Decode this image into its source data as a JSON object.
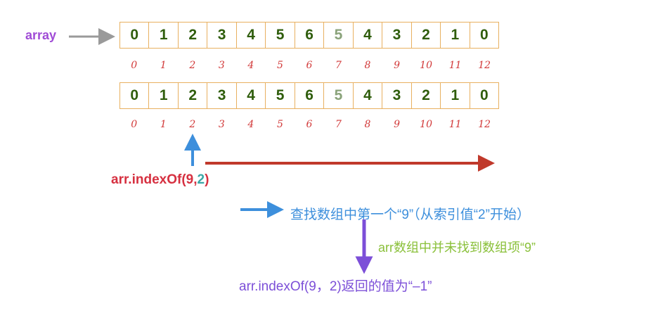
{
  "array_label": "array",
  "array_values": [
    "0",
    "1",
    "2",
    "3",
    "4",
    "5",
    "6",
    "5",
    "4",
    "3",
    "2",
    "1",
    "0"
  ],
  "indices": [
    "0",
    "1",
    "2",
    "3",
    "4",
    "5",
    "6",
    "7",
    "8",
    "9",
    "10",
    "11",
    "12"
  ],
  "faded_index": 7,
  "call": {
    "prefix": "arr.indexOf(9,",
    "arg": "2",
    "suffix": ")"
  },
  "desc_search": "查找数组中第一个“9”（从索引值“2”开始）",
  "desc_not_found": "arr数组中并未找到数组项“9”",
  "desc_result": "arr.indexOf(9，2)返回的值为“–1”",
  "colors": {
    "array_label": "#a04cd6",
    "cell_text": "#2f5d0c",
    "cell_border": "#e8b060",
    "index_text": "#d23a3a",
    "call_text": "#d63040",
    "call_arg": "#3aa6a6",
    "blue": "#3d8fdc",
    "green": "#8ac03a",
    "purple": "#7c4fd8",
    "red_arrow": "#c0392b",
    "gray_arrow": "#9a9a9a"
  }
}
